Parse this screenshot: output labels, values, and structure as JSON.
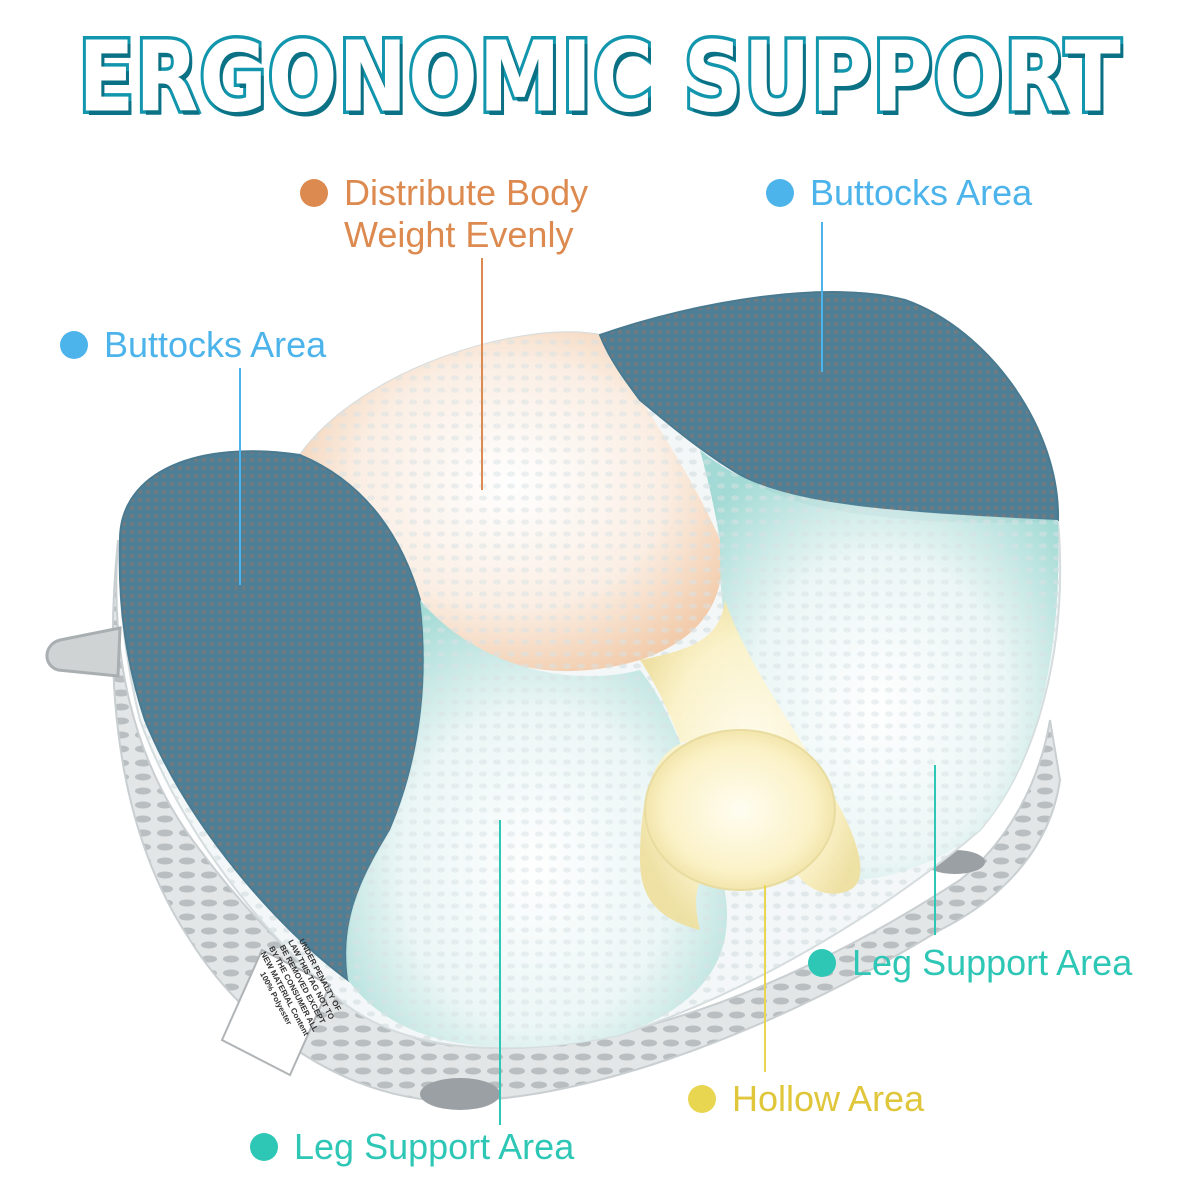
{
  "title": "ERGONOMIC SUPPORT",
  "labels": {
    "distribute": {
      "line1": "Distribute Body",
      "line2": "Weight Evenly"
    },
    "buttocks_right": "Buttocks Area",
    "buttocks_left": "Buttocks Area",
    "leg_right": "Leg Support Area",
    "hollow": "Hollow Area",
    "leg_left": "Leg Support Area"
  },
  "tag_text": "UNDER PENALTY OF LAW THIS TAG NOT TO BE REMOVED EXCEPT BY THE CONSUMER ALL NEW MATERIAL Content 100% Polyester",
  "colors": {
    "title_stroke": "#1296ad",
    "orange": "#dc8a4f",
    "blue": "#4cb4ea",
    "teal": "#2ec7b6",
    "yellow": "#e8d550",
    "mesh": "#5f8da3",
    "cushion": "#eef3f4"
  }
}
